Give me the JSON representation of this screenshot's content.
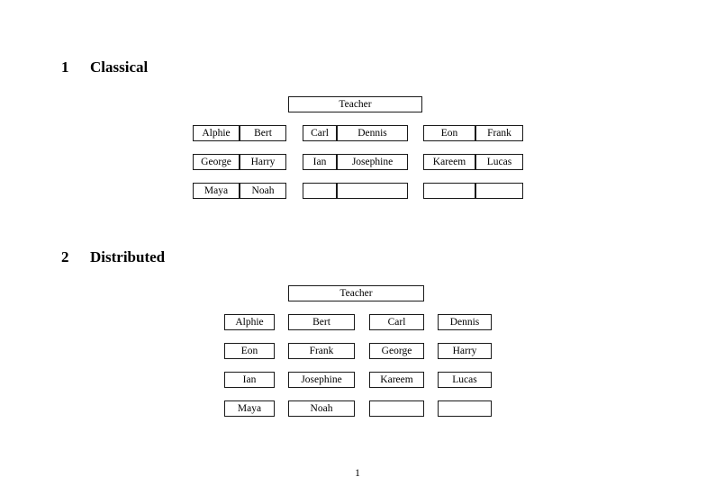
{
  "document": {
    "page_number": "1"
  },
  "sections": [
    {
      "number": "1",
      "title": "Classical",
      "teacher_label": "Teacher",
      "groups": [
        {
          "name": "group-left",
          "rows": [
            [
              "Alphie",
              "Bert"
            ],
            [
              "George",
              "Harry"
            ],
            [
              "Maya",
              "Noah"
            ]
          ]
        },
        {
          "name": "group-middle",
          "rows": [
            [
              "Carl",
              "Dennis"
            ],
            [
              "Ian",
              "Josephine"
            ],
            [
              "",
              ""
            ]
          ]
        },
        {
          "name": "group-right",
          "rows": [
            [
              "Eon",
              "Frank"
            ],
            [
              "Kareem",
              "Lucas"
            ],
            [
              "",
              ""
            ]
          ]
        }
      ]
    },
    {
      "number": "2",
      "title": "Distributed",
      "teacher_label": "Teacher",
      "rows": [
        [
          "Alphie",
          "Bert",
          "Carl",
          "Dennis"
        ],
        [
          "Eon",
          "Frank",
          "George",
          "Harry"
        ],
        [
          "Ian",
          "Josephine",
          "Kareem",
          "Lucas"
        ],
        [
          "Maya",
          "Noah",
          "",
          ""
        ]
      ]
    }
  ],
  "colors": {
    "page_background": "#ffffff",
    "text": "#000000",
    "border": "#1a1a1a"
  }
}
